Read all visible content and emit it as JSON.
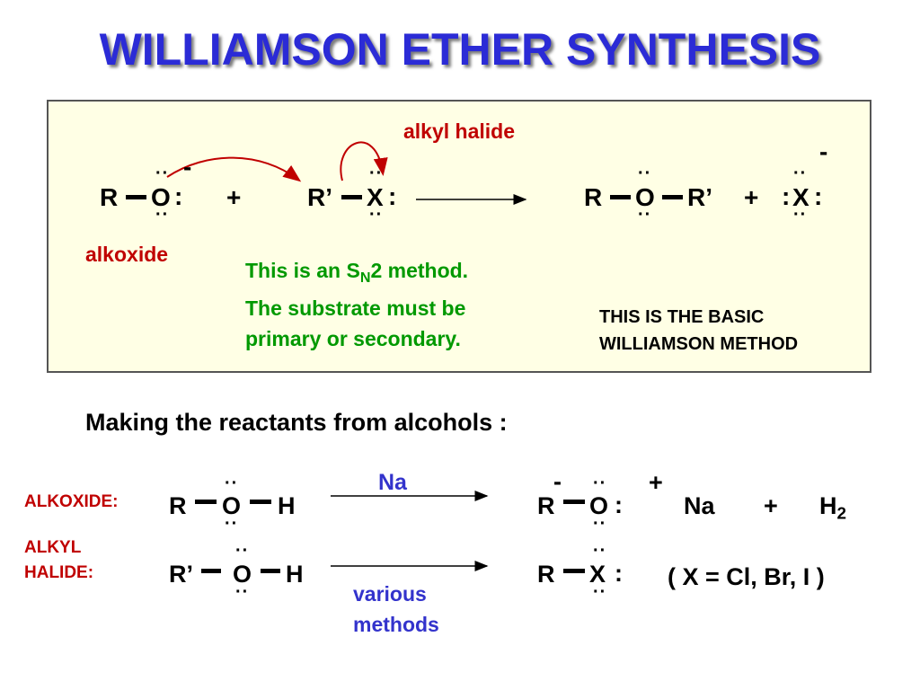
{
  "title": "WILLIAMSON ETHER SYNTHESIS",
  "box": {
    "alkyl_halide_label": "alkyl halide",
    "alkoxide_label": "alkoxide",
    "r": "R",
    "o": "O",
    "plus": "+",
    "r_prime": "R’",
    "x": "X",
    "minus": "-",
    "lone_pair": "··",
    "side_pair": ":",
    "sn2_pre": "This is an S",
    "sn2_sub": "N",
    "sn2_post": "2 method.",
    "sn2_line2": "The substrate must be",
    "sn2_line3": "primary or secondary.",
    "basic_line1": "THIS IS THE BASIC",
    "basic_line2": "WILLIAMSON METHOD"
  },
  "making_heading": "Making the reactants from alcohols :",
  "row1": {
    "label": "ALKOXIDE:",
    "r": "R",
    "o": "O",
    "h": "H",
    "reagent": "Na",
    "prod_minus": "-",
    "prod_r": "R",
    "prod_o": "O",
    "prod_plus_charge": "+",
    "prod_na": "Na",
    "plus": "+",
    "h2_main": "H",
    "h2_sub": "2"
  },
  "row2": {
    "label_line1": "ALKYL",
    "label_line2": "HALIDE:",
    "r_prime": "R’",
    "o": "O",
    "h": "H",
    "reagent_line1": "various",
    "reagent_line2": "methods",
    "prod_r": "R",
    "prod_x": "X",
    "halogens": "( X = Cl, Br, I )"
  },
  "colors": {
    "title_blue": "#2b2bd6",
    "red": "#c00000",
    "green": "#009900",
    "blue": "#3333cc",
    "box_fill": "#ffffe5"
  }
}
